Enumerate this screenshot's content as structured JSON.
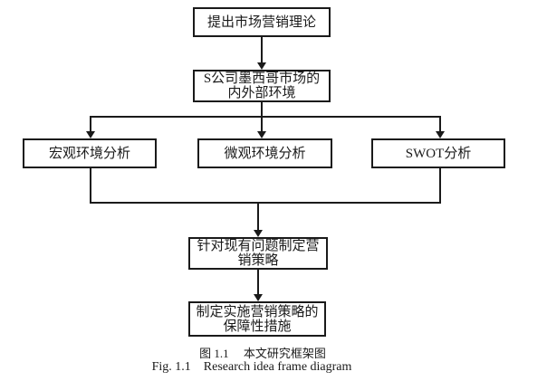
{
  "figure": {
    "boxes": {
      "theory": {
        "lines": [
          "提出市场营销理论"
        ]
      },
      "environment": {
        "lines": [
          "S公司墨西哥市场的",
          "内外部环境"
        ]
      },
      "macro": {
        "lines": [
          "宏观环境分析"
        ]
      },
      "micro": {
        "lines": [
          "微观环境分析"
        ]
      },
      "swot": {
        "lines": [
          "SWOT分析"
        ]
      },
      "strategy": {
        "lines": [
          "针对现有问题制定营",
          "销策略"
        ]
      },
      "safeguard": {
        "lines": [
          "制定实施营销策略的",
          "保障性措施"
        ]
      }
    },
    "captions": {
      "zh": "图 1.1　 本文研究框架图",
      "en": "Fig. 1.1    Research idea frame diagram"
    },
    "colors": {
      "line": "#1a1a1a",
      "background": "#ffffff",
      "text": "#1a1a1a"
    }
  }
}
